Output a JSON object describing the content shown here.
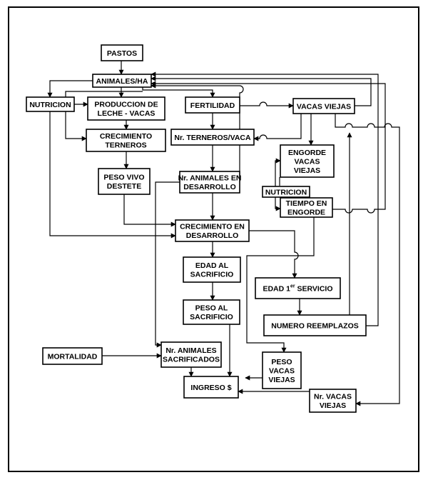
{
  "nodes": {
    "pastos": [
      "PASTOS"
    ],
    "animales_ha": [
      "ANIMALES/HA"
    ],
    "nutricion": [
      "NUTRICION"
    ],
    "produccion_leche": [
      "PRODUCCION DE",
      "LECHE - VACAS"
    ],
    "fertilidad": [
      "FERTILIDAD"
    ],
    "vacas_viejas": [
      "VACAS VIEJAS"
    ],
    "crecimiento_terneros": [
      "CRECIMIENTO",
      "TERNEROS"
    ],
    "terneros_vaca": [
      "Nr. TERNEROS/VACA"
    ],
    "engorde": [
      "ENGORDE",
      "VACAS",
      "VIEJAS"
    ],
    "peso_vivo": [
      "PESO VIVO",
      "DESTETE"
    ],
    "animales_desarrollo": [
      "Nr. ANIMALES EN",
      "DESARROLLO"
    ],
    "nutricion2": [
      "NUTRICION"
    ],
    "tiempo_engorde": [
      "TIEMPO EN",
      "ENGORDE"
    ],
    "crecimiento_desarrollo": [
      "CRECIMIENTO EN",
      "DESARROLLO"
    ],
    "edad_sacrificio": [
      "EDAD AL",
      "SACRIFICIO"
    ],
    "edad_servicio": [
      "EDAD 1",
      "SERVICIO"
    ],
    "edad_servicio_sup": "er",
    "peso_sacrificio": [
      "PESO AL",
      "SACRIFICIO"
    ],
    "numero_reemplazos": [
      "NUMERO REEMPLAZOS"
    ],
    "mortalidad": [
      "MORTALIDAD"
    ],
    "animales_sacrificados": [
      "Nr. ANIMALES",
      "SACRIFICADOS"
    ],
    "peso_vacas_viejas": [
      "PESO",
      "VACAS",
      "VIEJAS"
    ],
    "ingreso": [
      "INGRESO $"
    ],
    "nr_vacas_viejas": [
      "Nr. VACAS",
      "VIEJAS"
    ]
  }
}
